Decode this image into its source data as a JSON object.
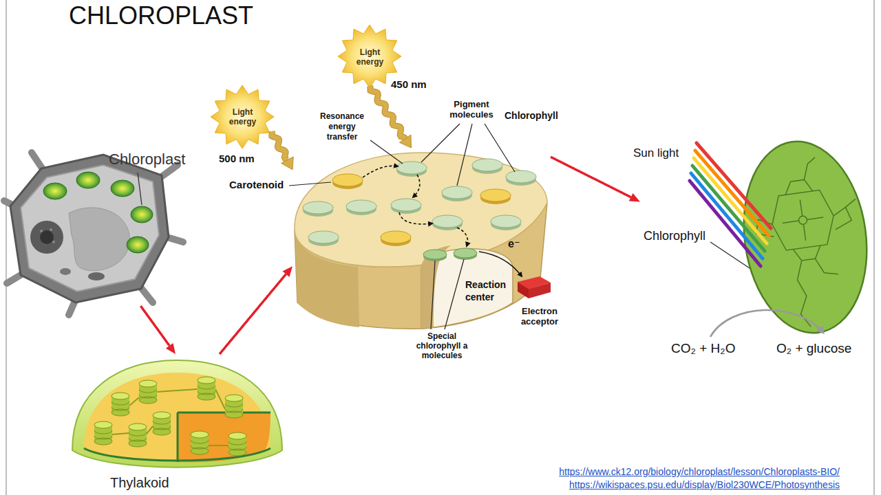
{
  "diagram": {
    "title": "CHLOROPLAST",
    "nodes": [
      {
        "text": [
          "Chloroplast"
        ]
      },
      {
        "text": [
          "Thylakoid"
        ]
      },
      {
        "text": [
          "Light energy"
        ]
      },
      {
        "text": [
          "Light energy"
        ]
      },
      {
        "text": [
          "Reaction center"
        ]
      },
      {
        "text": [
          "Chlorophyll"
        ]
      }
    ],
    "edges": [
      {
        "from": 0,
        "to": 1,
        "arrow": "to"
      },
      {
        "from": 1,
        "to": 4,
        "arrow": "to"
      },
      {
        "from": 4,
        "to": 5,
        "arrow": "to"
      },
      {
        "from": 2,
        "to": 4,
        "arrow": "to"
      },
      {
        "from": 3,
        "to": 4,
        "arrow": "to"
      }
    ],
    "labels": [
      "450 nm",
      "Pigment molecules",
      "Chlorophyll",
      "Resonance energy transfer",
      "500 nm",
      "Carotenoid",
      "Sun light",
      "e⁻",
      "Special chlorophyll a molecules",
      "Electron acceptor",
      "CO₂ + H₂O",
      "O₂ + glucose",
      "https://www.ck12.org/biology/chloroplast/lesson/Chloroplasts-BIO/",
      "https://wikispaces.psu.edu/display/Biol230WCE/Photosynthesis"
    ]
  }
}
